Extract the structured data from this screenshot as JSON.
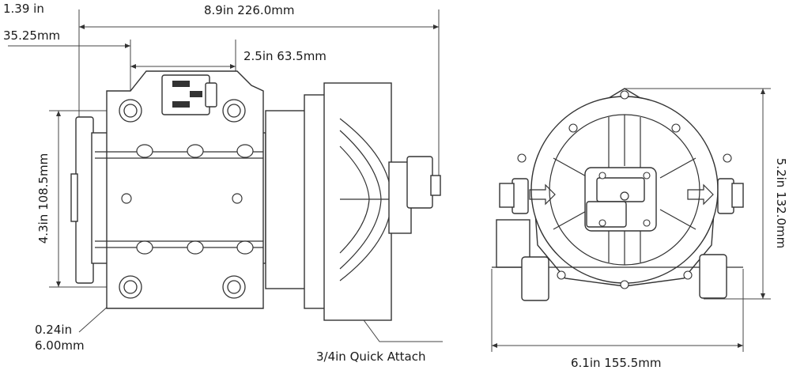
{
  "labels": {
    "top_left_in": "1.39 in",
    "top_left_mm": "35.25mm",
    "overall_length": "8.9in 226.0mm",
    "mount_spacing": "2.5in 63.5mm",
    "height_left": "4.3in 108.5mm",
    "hole_in": "0.24in",
    "hole_mm": "6.00mm",
    "quick_attach": "3/4in Quick Attach",
    "height_right": "5.2in 132.0mm",
    "width_right": "6.1in 155.5mm"
  }
}
